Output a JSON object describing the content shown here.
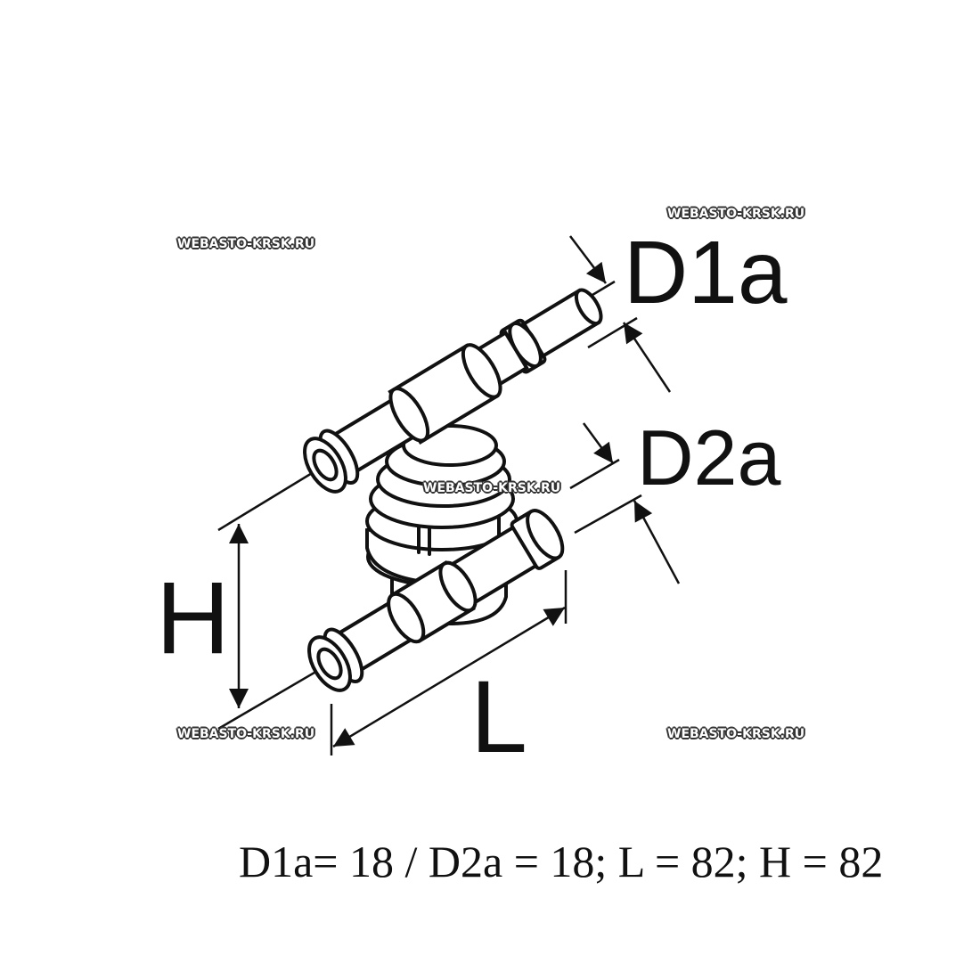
{
  "labels": {
    "d1a": "D1a",
    "d2a": "D2a",
    "h": "H",
    "l": "L"
  },
  "spec_text": "D1a= 18 / D2a = 18; L = 82; H = 82",
  "watermarks": [
    "WEBASTO-KRSK.RU",
    "WEBASTO-KRSK.RU",
    "WEBASTO-KRSK.RU",
    "WEBASTO-KRSK.RU",
    "WEBASTO-KRSK.RU"
  ],
  "colors": {
    "line": "#111111",
    "background": "#ffffff"
  }
}
